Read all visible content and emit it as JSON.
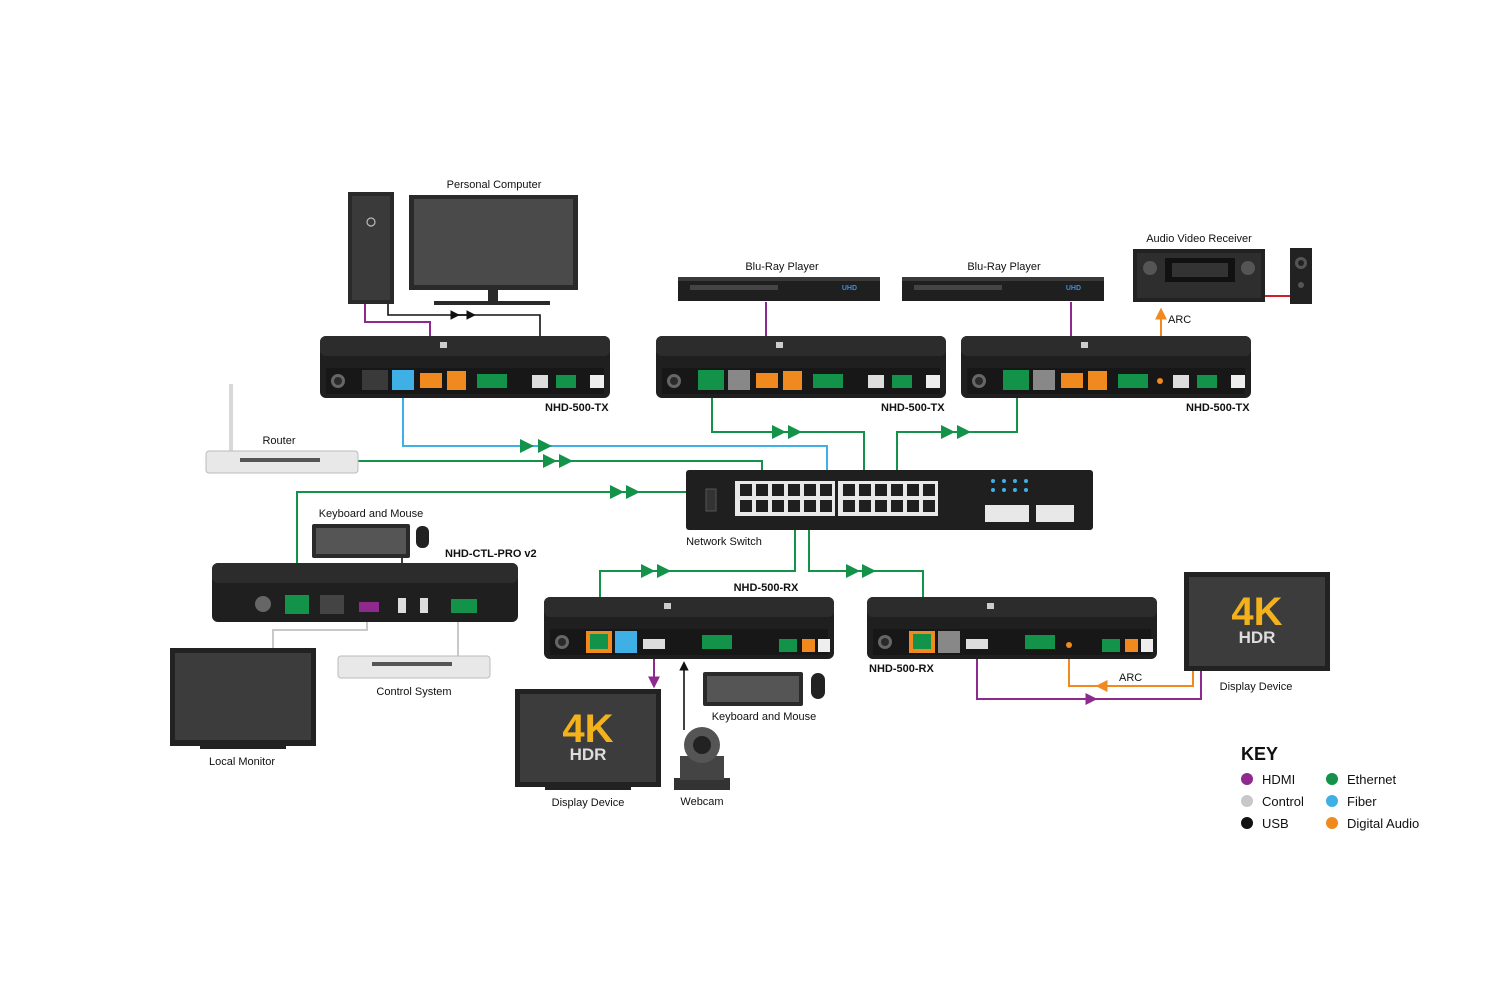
{
  "devices": {
    "personal_computer": "Personal Computer",
    "bluray_1": "Blu-Ray Player",
    "bluray_2": "Blu-Ray Player",
    "avr": "Audio Video Receiver",
    "tx_1": "NHD-500-TX",
    "tx_2": "NHD-500-TX",
    "tx_3": "NHD-500-TX",
    "router": "Router",
    "keyboard_mouse_1": "Keyboard and Mouse",
    "ctl": "NHD-CTL-PRO v2",
    "network_switch": "Network Switch",
    "rx_1": "NHD-500-RX",
    "rx_2": "NHD-500-RX",
    "display_right": "Display Device",
    "local_monitor": "Local Monitor",
    "control_system": "Control System",
    "keyboard_mouse_2": "Keyboard and Mouse",
    "display_center": "Display Device",
    "webcam": "Webcam"
  },
  "arc_labels": {
    "avr": "ARC",
    "display": "ARC"
  },
  "screen_logo": {
    "big": "4K",
    "small": "HDR"
  },
  "bluray_badge": "UHD",
  "key": {
    "title": "KEY",
    "items": [
      {
        "label": "HDMI",
        "color": "#8e2a8e"
      },
      {
        "label": "Ethernet",
        "color": "#13924a"
      },
      {
        "label": "Control",
        "color": "#c8c8c8"
      },
      {
        "label": "Fiber",
        "color": "#3fb0e6"
      },
      {
        "label": "USB",
        "color": "#111111"
      },
      {
        "label": "Digital Audio",
        "color": "#f08a1e"
      }
    ]
  },
  "colors": {
    "hdmi": "#8e2a8e",
    "ethernet": "#13924a",
    "control": "#c8c8c8",
    "fiber": "#3fb0e6",
    "usb": "#111111",
    "audio": "#f08a1e",
    "red_cable": "#d0202a",
    "logo_gold": "#f3b21b"
  }
}
